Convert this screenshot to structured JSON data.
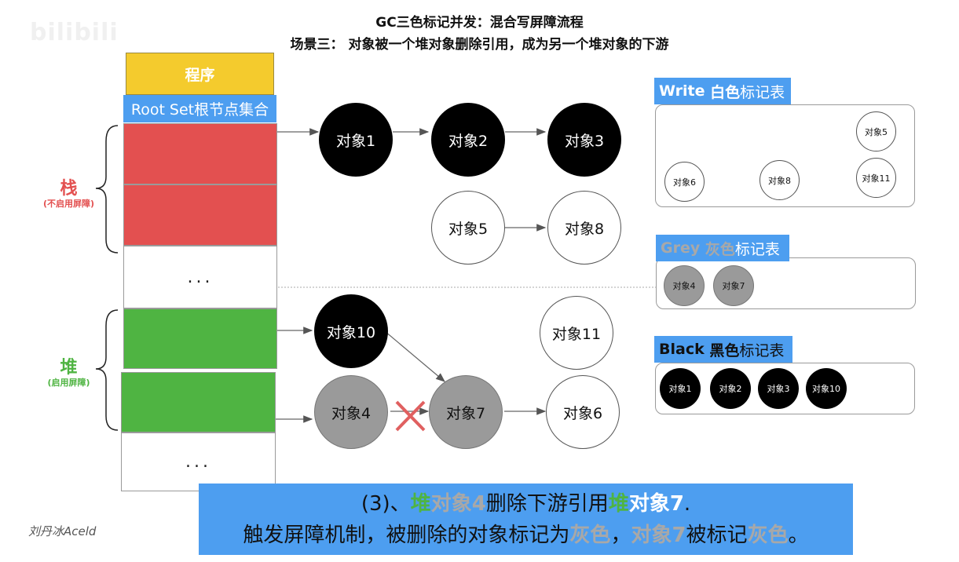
{
  "watermark": "bilibili",
  "header": {
    "title": "GC三色标记并发：混合写屏障流程",
    "subtitle": "场景三：  对象被一个堆对象删除引用，成为另一个堆对象的下游"
  },
  "left_stack": {
    "program_label": "程序",
    "rootset_label": "Root Set根节点集合",
    "ellipsis_top": "...",
    "ellipsis_bottom": "...",
    "stack_label": "栈",
    "stack_note": "(不启用屏障)",
    "heap_label": "堆",
    "heap_note": "(启用屏障)"
  },
  "nodes": {
    "obj1": "对象1",
    "obj2": "对象2",
    "obj3": "对象3",
    "obj5": "对象5",
    "obj8": "对象8",
    "obj10": "对象10",
    "obj11": "对象11",
    "obj4": "对象4",
    "obj7": "对象7",
    "obj6": "对象6"
  },
  "panels": {
    "white": {
      "title_en": "Write",
      "title_cn_color": "白色",
      "title_suffix": "标记表",
      "items": [
        "对象5",
        "对象6",
        "对象8",
        "对象11"
      ]
    },
    "grey": {
      "title_en": "Grey",
      "title_cn_color": "灰色",
      "title_suffix": "标记表",
      "items": [
        "对象4",
        "对象7"
      ]
    },
    "black": {
      "title_en": "Black",
      "title_cn_color": "黑色",
      "title_suffix": "标记表",
      "items": [
        "对象1",
        "对象2",
        "对象3",
        "对象10"
      ]
    }
  },
  "colors": {
    "black_node": "#000000",
    "grey_node": "#9a9a9a",
    "white_node": "#ffffff",
    "accent_blue": "#4d9ef0",
    "stack_red": "#e35050",
    "heap_green": "#4fb442",
    "cross_red": "#e06060"
  },
  "caption": {
    "line1_a": "(3)、",
    "line1_b": "堆",
    "line1_c": "对象4",
    "line1_d": "删除下游引用",
    "line1_e": "堆",
    "line1_f": "对象7",
    "line1_g": ".",
    "line2_a": "触发屏障机制，被删除的对象标记为",
    "line2_b": "灰色",
    "line2_c": "，",
    "line2_d": "对象7",
    "line2_e": "被标记",
    "line2_f": "灰色",
    "line2_g": "。"
  },
  "author": "刘丹冰Aceld"
}
